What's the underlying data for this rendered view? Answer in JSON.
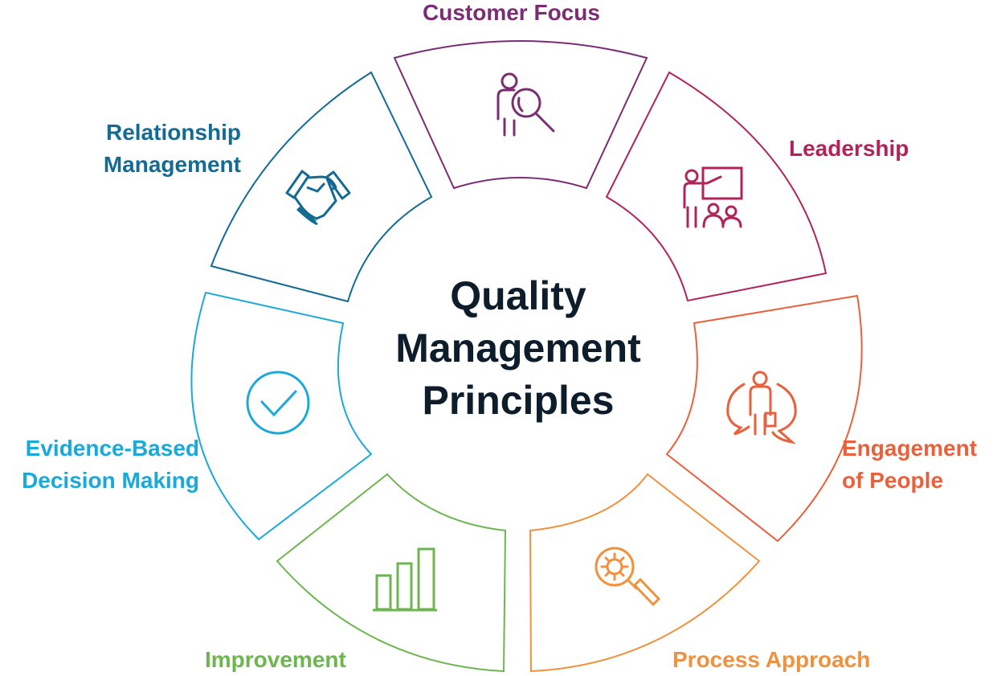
{
  "title_lines": [
    "Quality",
    "Management",
    "Principles"
  ],
  "segments": [
    {
      "label": "Customer Focus",
      "color": "#7b2d74",
      "icon": "customer-search-icon"
    },
    {
      "label": "Leadership",
      "color": "#b0245b",
      "icon": "presentation-icon"
    },
    {
      "label": "Engagement of People",
      "label_lines": [
        "Engagement",
        "of People"
      ],
      "color": "#e8613c",
      "icon": "person-speech-icon"
    },
    {
      "label": "Process Approach",
      "color": "#f0913d",
      "icon": "gear-magnifier-icon"
    },
    {
      "label": "Improvement",
      "color": "#6db64f",
      "icon": "bar-chart-icon"
    },
    {
      "label": "Evidence-Based Decision Making",
      "label_lines": [
        "Evidence-Based",
        "Decision Making"
      ],
      "color": "#1ba9d9",
      "icon": "check-circle-icon"
    },
    {
      "label": "Relationship Management",
      "label_lines": [
        "Relationship",
        "Management"
      ],
      "color": "#136b93",
      "icon": "handshake-icon"
    }
  ]
}
